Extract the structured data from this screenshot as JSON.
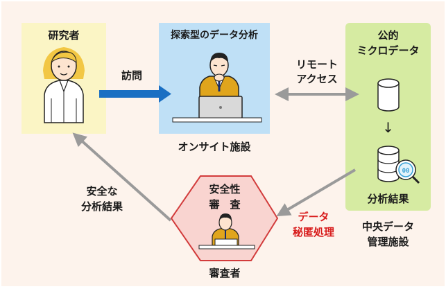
{
  "researcher": {
    "title": "研究者"
  },
  "visit": {
    "label": "訪問"
  },
  "onsite": {
    "box_title": "探索型のデータ分析",
    "caption": "オンサイト施設"
  },
  "remote": {
    "line1": "リモート",
    "line2": "アクセス"
  },
  "micro": {
    "line1": "公的",
    "line2": "ミクロデータ",
    "arrow": "↓",
    "result": "分析結果"
  },
  "center": {
    "line1": "中央データ",
    "line2": "管理施設"
  },
  "processing": {
    "line1": "データ",
    "line2": "秘匿処理"
  },
  "review": {
    "line1": "安全性",
    "line2": "審　査",
    "reviewer": "審査者"
  },
  "safe_result": {
    "line1": "安全な",
    "line2": "分析結果"
  },
  "colors": {
    "background": "#fdf3ec",
    "researcher_box": "#fbf5c5",
    "onsite_box": "#bfe0f6",
    "micro_box": "#d6eba2",
    "review_hexagon": "#f9d4d0",
    "hexagon_border": "#d23b3b",
    "visit_arrow": "#1a6fc3",
    "gray_arrow": "#9a9a9a",
    "processing_text": "#d81c1c",
    "suit": "#e0a51c"
  }
}
